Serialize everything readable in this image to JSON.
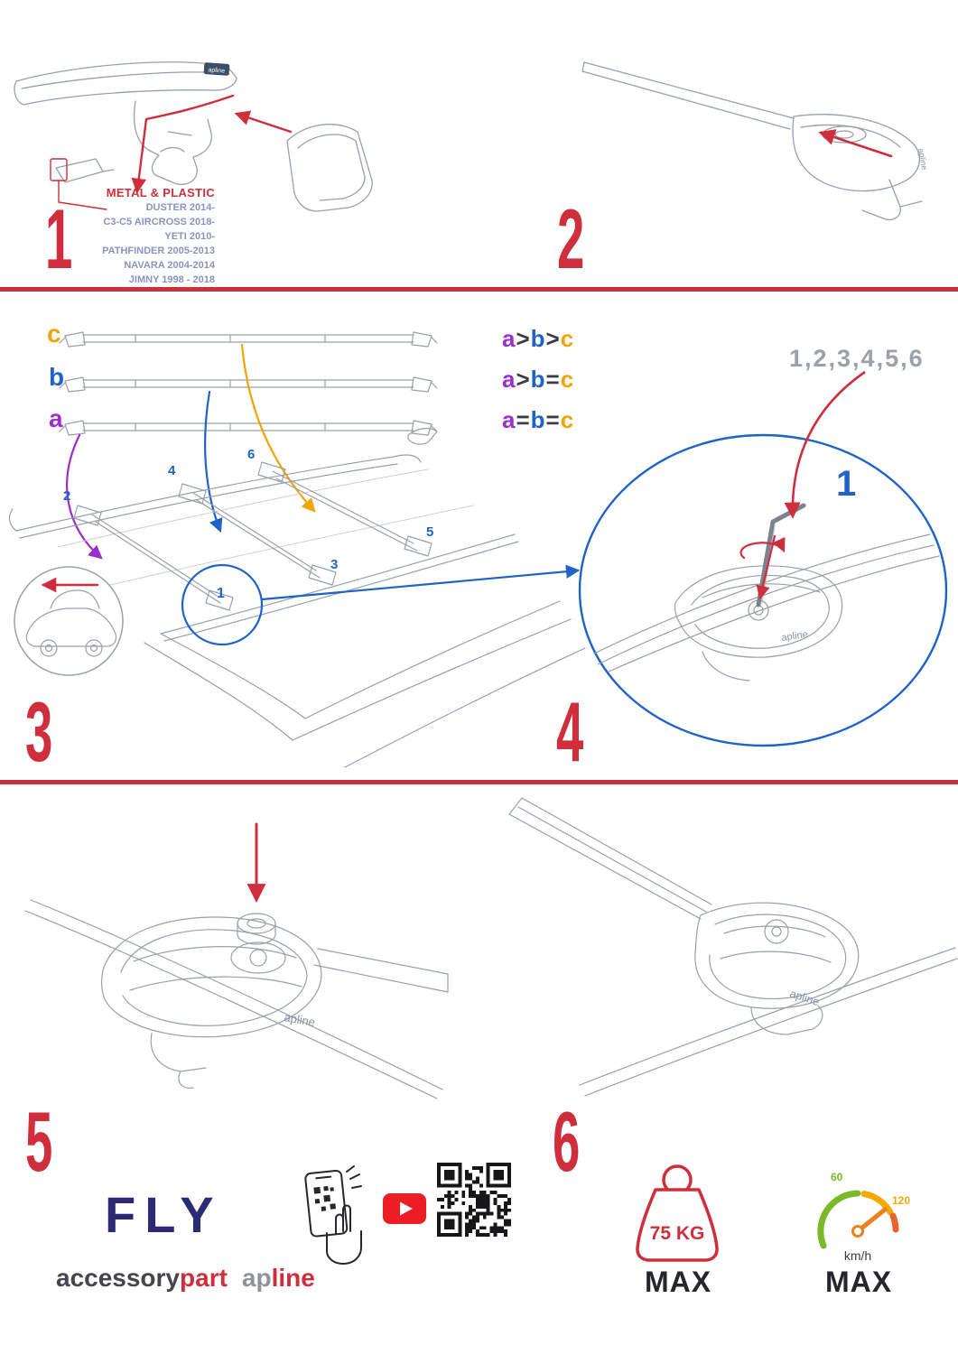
{
  "brand": {
    "logo": "apline",
    "fly": "FLY",
    "name_accessory": "accessory",
    "name_part": "part",
    "name_ap": "ap",
    "name_line": "line"
  },
  "steps": [
    "1",
    "2",
    "3",
    "4",
    "5",
    "6"
  ],
  "colors": {
    "accent_red": "#cf2e3c",
    "blue": "#1f63c8",
    "purple": "#9b2fc9",
    "orange": "#f0a500",
    "line_art_gray": "#98a0aa",
    "navy": "#2b2a72",
    "green": "#7ab929",
    "speed_orange": "#f5a800"
  },
  "panel1": {
    "material": "METAL & PLASTIC",
    "vehicles": [
      "DUSTER 2014-",
      "C3-C5 AIRCROSS 2018-",
      "YETI 2010-",
      "PATHFINDER 2005-2013",
      "NAVARA 2004-2014",
      "JIMNY 1998 - 2018"
    ]
  },
  "panel3": {
    "bars": {
      "c": "c",
      "b": "b",
      "a": "a"
    },
    "legend": [
      {
        "a": "a",
        "op1": ">",
        "b": "b",
        "op2": ">",
        "c": "c"
      },
      {
        "a": "a",
        "op1": ">",
        "b": "b",
        "op2": "=",
        "c": "c"
      },
      {
        "a": "a",
        "op1": "=",
        "b": "b",
        "op2": "=",
        "c": "c"
      }
    ],
    "positions": [
      "1",
      "2",
      "3",
      "4",
      "5",
      "6"
    ]
  },
  "panel4": {
    "sequence": "1,2,3,4,5,6",
    "callout": "1"
  },
  "footer": {
    "weight_value": "75 KG",
    "weight_max": "MAX",
    "speed_60": "60",
    "speed_120": "120",
    "speed_unit": "km/h",
    "speed_max": "MAX"
  }
}
